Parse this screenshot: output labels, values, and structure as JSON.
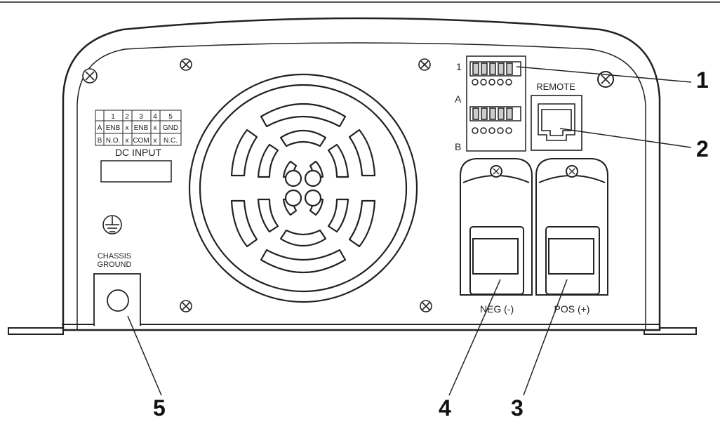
{
  "table": {
    "header": [
      "",
      "1",
      "2",
      "3",
      "4",
      "5"
    ],
    "rows": [
      [
        "A",
        "ENB",
        "x",
        "ENB",
        "x",
        "GND"
      ],
      [
        "B",
        "N.O.",
        "x",
        "COM",
        "x",
        "N.C."
      ]
    ],
    "caption": "DC INPUT"
  },
  "connector_labels": {
    "row_1": "1",
    "row_a": "A",
    "row_b": "B",
    "remote": "REMOTE"
  },
  "terminal_labels": {
    "negative": "NEG (-)",
    "positive": "POS (+)"
  },
  "ground_label": {
    "line1": "CHASSIS",
    "line2": "GROUND"
  },
  "callouts": [
    "1",
    "2",
    "3",
    "4",
    "5"
  ],
  "icons": {
    "fan": "fan-grille-icon",
    "ground": "ground-symbol-icon",
    "screw": "screw-icon",
    "rj45": "rj45-port-icon"
  },
  "colors": {
    "stroke": "#222222",
    "panel_fill": "#ffffff",
    "shade": "#d9d9d9"
  }
}
